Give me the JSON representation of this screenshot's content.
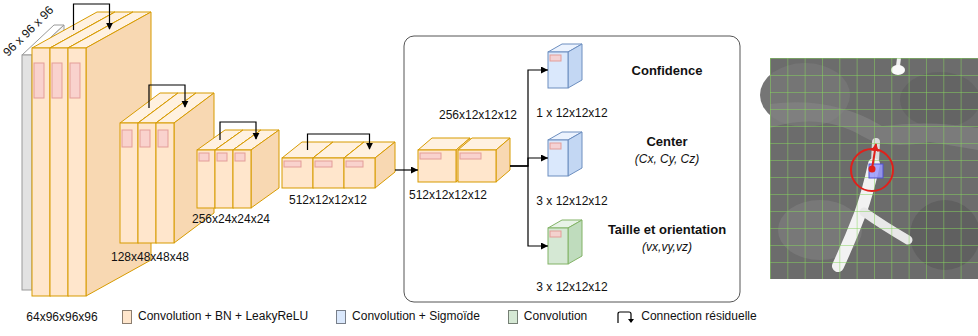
{
  "diagram": {
    "nodes": [
      {
        "text": [
          "96 x 96 x 96"
        ]
      },
      {
        "text": [
          "64x96x96x96"
        ]
      },
      {
        "text": [
          "128x48x48x48"
        ]
      },
      {
        "text": [
          "256x24x24x24"
        ]
      },
      {
        "text": [
          "512x12x12x12"
        ]
      },
      {
        "text": [
          "512x12x12x12"
        ]
      },
      {
        "text": [
          "256x12x12x12"
        ]
      },
      {
        "text": [
          "Confidence",
          "1 x 12x12x12"
        ]
      },
      {
        "text": [
          "Center",
          "(Cx, Cy, Cz)",
          "3 x 12x12x12"
        ]
      },
      {
        "text": [
          "Taille et orientation",
          "(vx,vy,vz)",
          "3 x 12x12x12"
        ]
      }
    ],
    "edges": [
      {
        "from": 4,
        "to": 5,
        "arrow": "to"
      },
      {
        "from": 6,
        "to": 7,
        "arrow": "to"
      },
      {
        "from": 6,
        "to": 8,
        "arrow": "to"
      },
      {
        "from": 6,
        "to": 9,
        "arrow": "to"
      }
    ],
    "legend": [
      {
        "text": "Convolution + BN + LeakyReLU",
        "color": "#ffe6cc"
      },
      {
        "text": "Convolution + Sigmoïde",
        "color": "#dae8fc"
      },
      {
        "text": "Convolution",
        "color": "#d5e8d4"
      },
      {
        "text": "Connection résiduelle"
      }
    ]
  }
}
